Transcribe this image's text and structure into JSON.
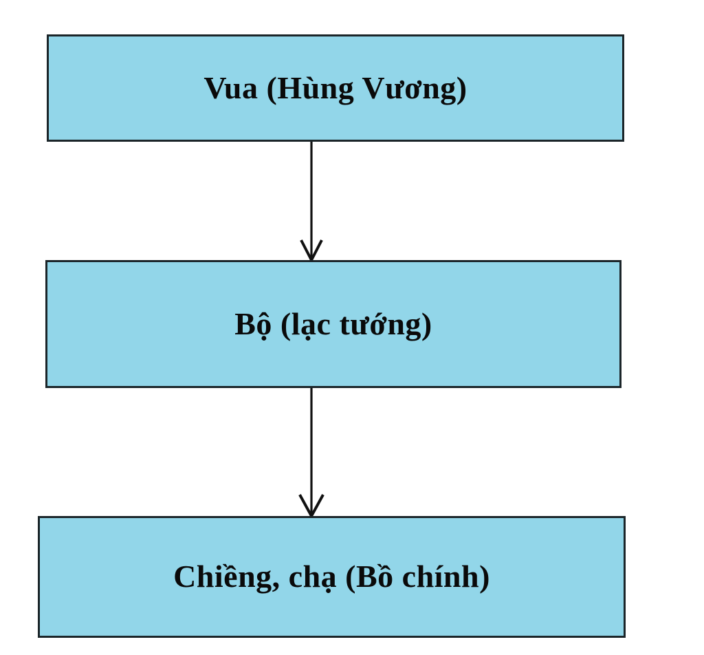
{
  "diagram": {
    "type": "flowchart",
    "orientation": "vertical-top-down",
    "title": "",
    "background_color": "#ffffff",
    "node_fill_color": "#92d6e9",
    "node_border_color": "#1b2529",
    "text_color": "#0a0a0a",
    "connector_color": "#111111",
    "nodes": [
      {
        "id": "king",
        "label": "Vua (Hùng Vương)",
        "level": 1
      },
      {
        "id": "bo",
        "label": "Bộ (lạc tướng)",
        "level": 2
      },
      {
        "id": "chieng",
        "label": "Chiềng, chạ (Bồ chính)",
        "level": 3
      }
    ],
    "connectors": [
      {
        "id": "king-to-bo",
        "from": "king",
        "to": "bo",
        "style": "solid-line-open-arrowhead",
        "direction": "down"
      },
      {
        "id": "bo-to-chieng",
        "from": "bo",
        "to": "chieng",
        "style": "solid-line-open-arrowhead",
        "direction": "down"
      }
    ]
  }
}
